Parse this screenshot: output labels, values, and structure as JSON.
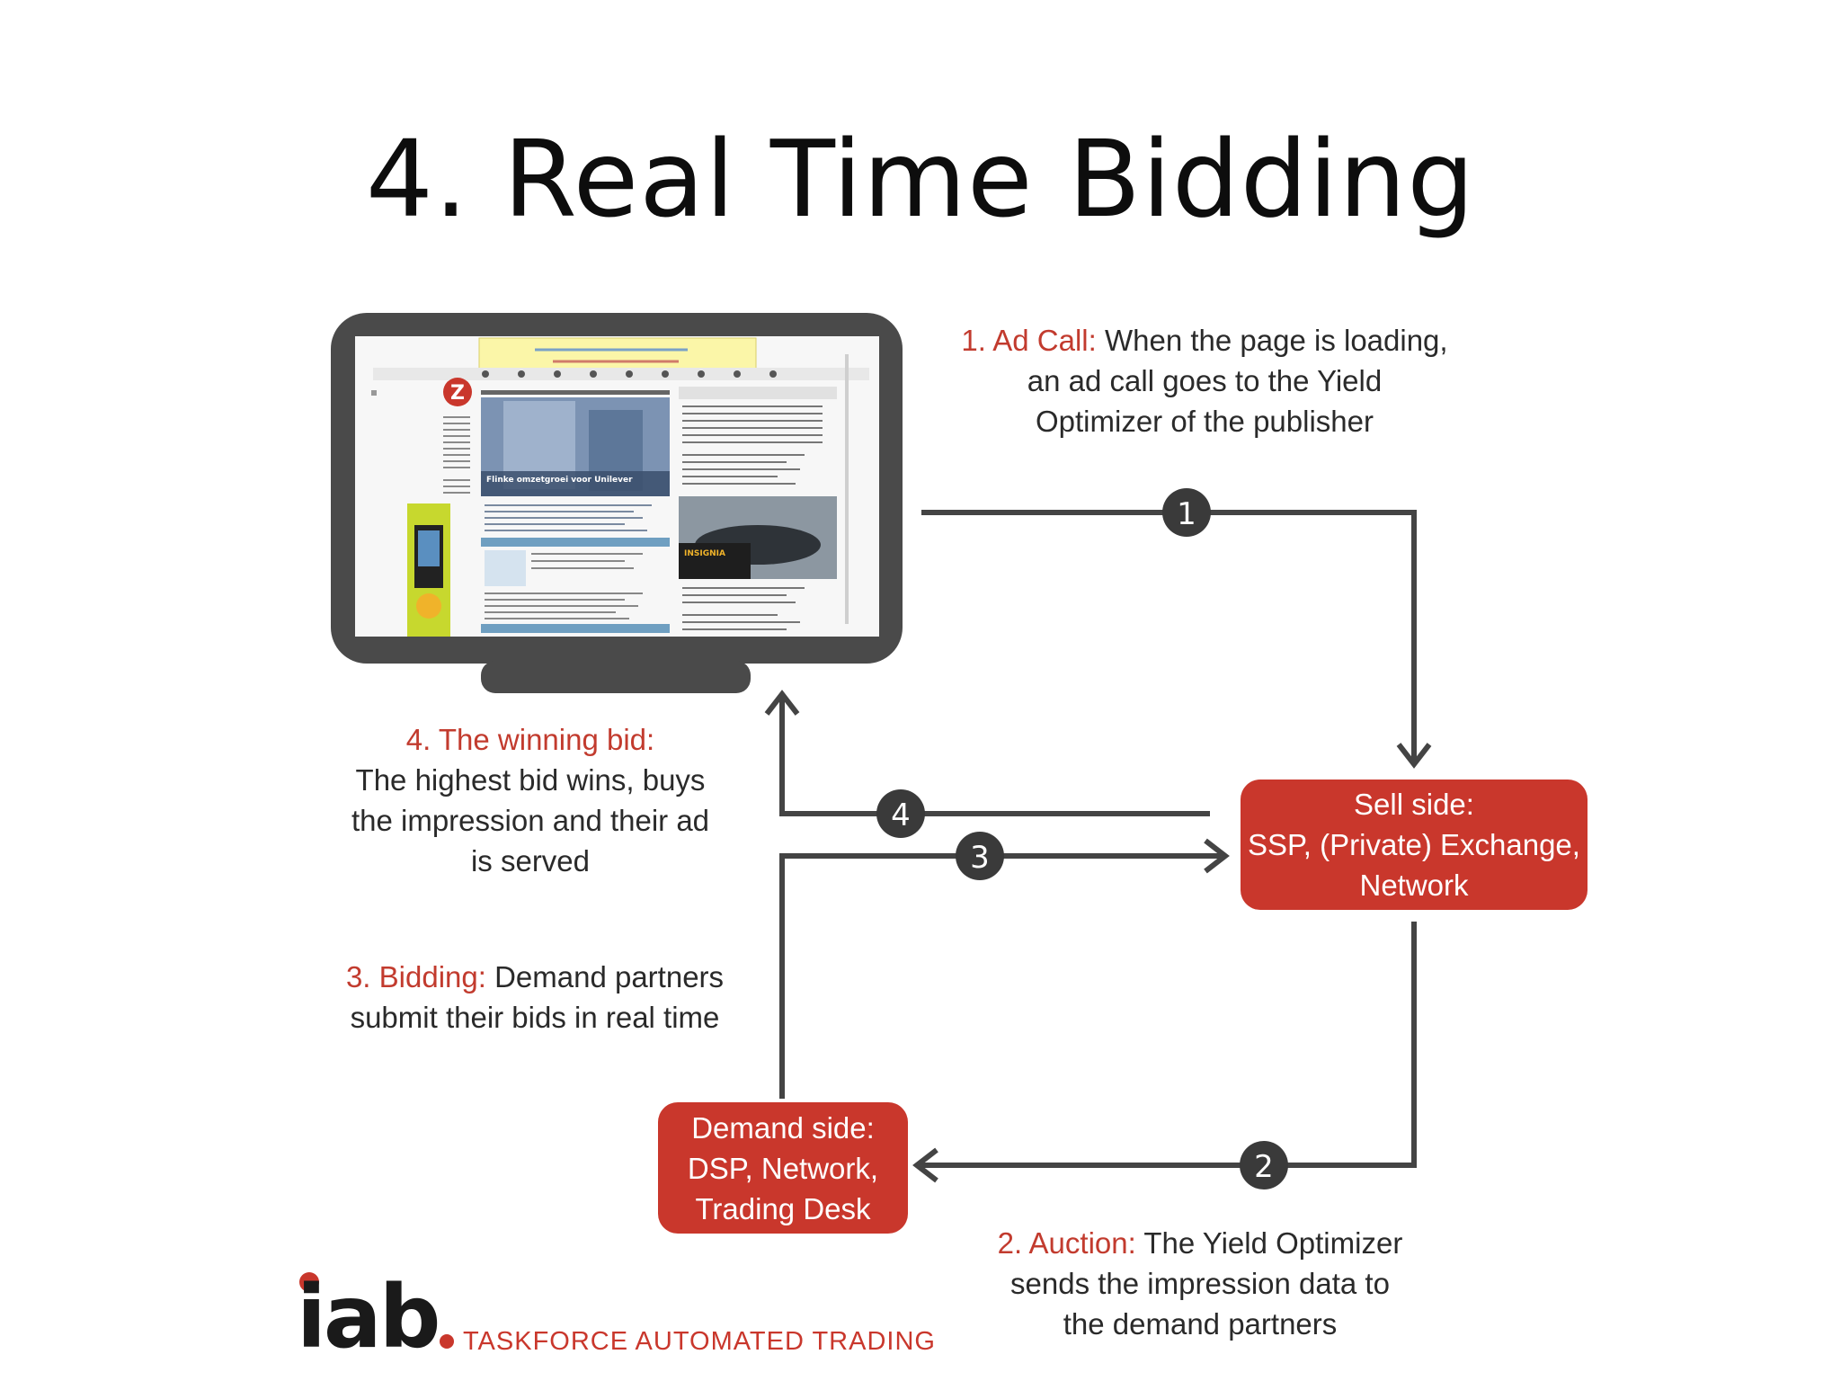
{
  "title": "4. Real Time Bidding",
  "step1": {
    "label": "1. Ad Call:",
    "text_line1": "When the page is loading,",
    "text_line2": "an ad call goes to the Yield",
    "text_line3": "Optimizer of the publisher"
  },
  "step2": {
    "label": "2. Auction:",
    "text_line1": "The Yield Optimizer",
    "text_line2": "sends the impression data to",
    "text_line3": "the demand partners"
  },
  "step3": {
    "label": "3. Bidding:",
    "text_line1": "Demand partners",
    "text_line2": "submit their bids in real time"
  },
  "step4": {
    "label": "4. The winning bid:",
    "text_line1": "The highest bid wins, buys",
    "text_line2": "the impression and their ad",
    "text_line3": "is served"
  },
  "sell_side": {
    "line1": "Sell side:",
    "line2": "SSP, (Private) Exchange,",
    "line3": "Network"
  },
  "demand_side": {
    "line1": "Demand side:",
    "line2": "DSP, Network,",
    "line3": "Trading Desk"
  },
  "badges": {
    "b1": "1",
    "b2": "2",
    "b3": "3",
    "b4": "4"
  },
  "logo": {
    "brand": "iab",
    "tagline": "TASKFORCE AUTOMATED TRADING"
  },
  "screenshot": {
    "headline": "Flinke omzetgroei voor Unilever",
    "car_banner": "INSIGNIA",
    "logo_letter": "Z"
  },
  "colors": {
    "accent": "#c9372c",
    "line": "#444444",
    "badge": "#3a3a3a"
  }
}
